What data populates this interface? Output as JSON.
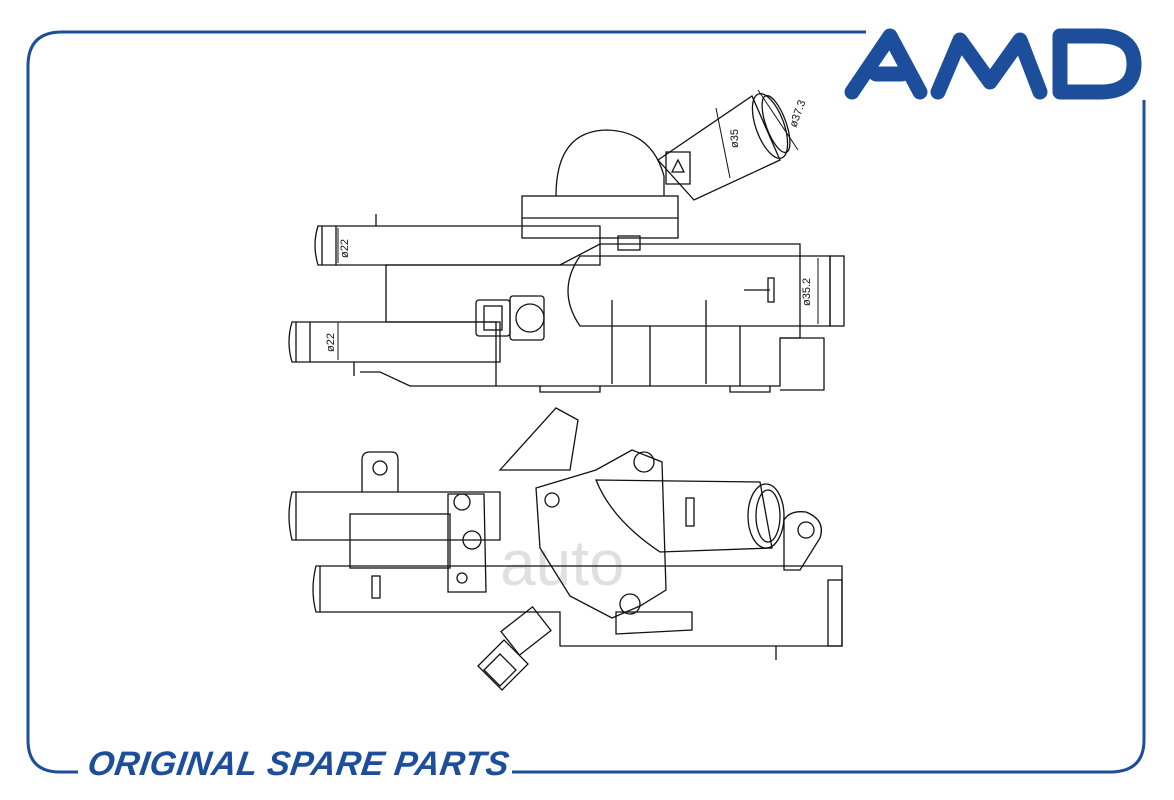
{
  "brand": {
    "logo_text": "AMD",
    "accent_color": "#1c4e9c",
    "footer_text": "ORIGINAL SPARE PARTS",
    "watermark_text": "auto"
  },
  "drawing_top": {
    "dim_pipe_upper_small": "ø22",
    "dim_pipe_lower_small": "ø22",
    "dim_outlet_large": "ø35.2",
    "dim_neck": "ø35",
    "dim_angled_outlet": "ø37.3"
  },
  "icons": {
    "logo": "amd-logo-icon",
    "sensor": "sensor-connector-icon"
  }
}
